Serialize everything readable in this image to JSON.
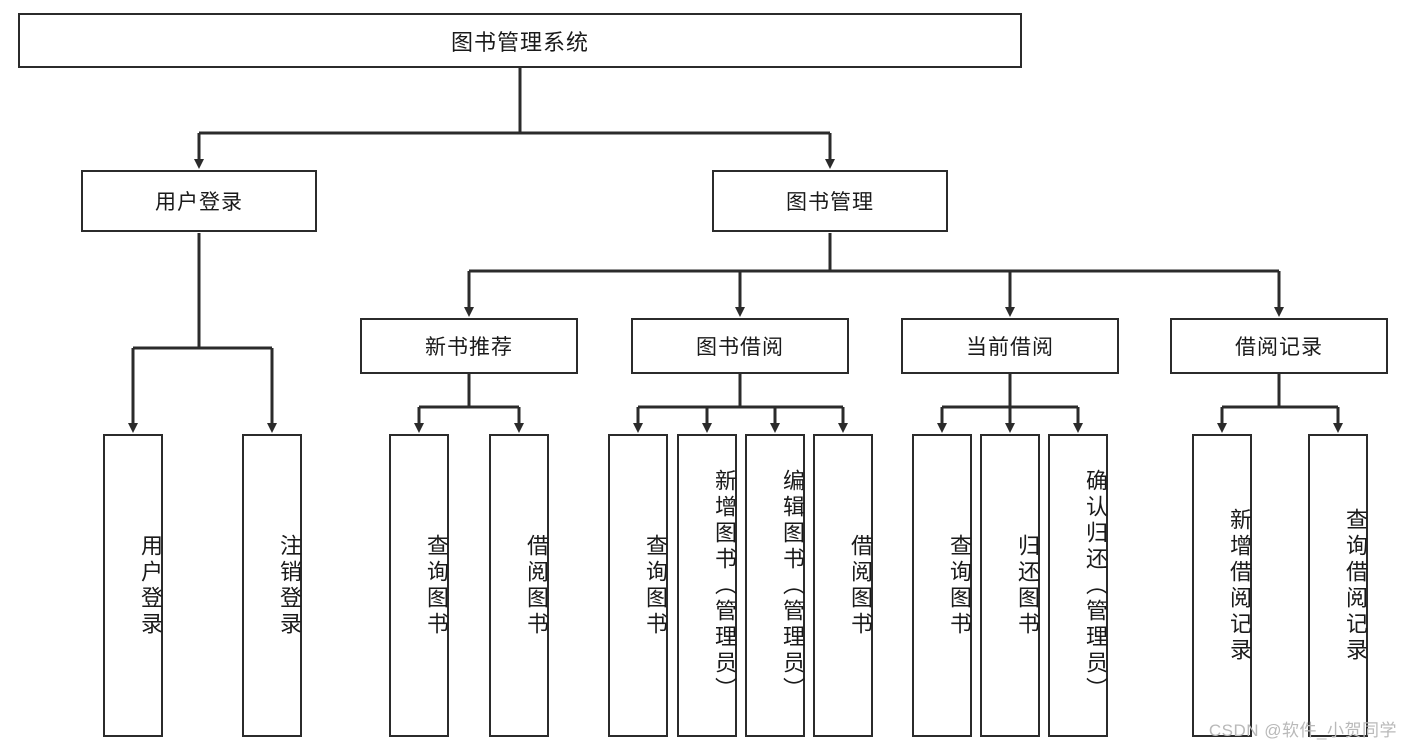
{
  "diagram": {
    "title": "图书管理系统",
    "type": "hierarchy-tree",
    "root": {
      "id": "root",
      "label": "图书管理系统"
    },
    "level2": [
      {
        "id": "user-login",
        "label": "用户登录"
      },
      {
        "id": "book-manage",
        "label": "图书管理"
      }
    ],
    "level3": [
      {
        "id": "new-book-recommend",
        "label": "新书推荐"
      },
      {
        "id": "book-borrow",
        "label": "图书借阅"
      },
      {
        "id": "current-borrow",
        "label": "当前借阅"
      },
      {
        "id": "borrow-record",
        "label": "借阅记录"
      }
    ],
    "leaves": {
      "user_login": [
        {
          "id": "leaf-user-login",
          "label": "用户登录"
        },
        {
          "id": "leaf-logout-login",
          "label": "注销登录"
        }
      ],
      "new_book_recommend": [
        {
          "id": "leaf-query-book-1",
          "label": "查询图书"
        },
        {
          "id": "leaf-borrow-book-1",
          "label": "借阅图书"
        }
      ],
      "book_borrow": [
        {
          "id": "leaf-query-book-2",
          "label": "查询图书"
        },
        {
          "id": "leaf-add-book",
          "label": "新增图书（管理员）"
        },
        {
          "id": "leaf-edit-book",
          "label": "编辑图书（管理员）"
        },
        {
          "id": "leaf-borrow-book-2",
          "label": "借阅图书"
        }
      ],
      "current_borrow": [
        {
          "id": "leaf-query-book-3",
          "label": "查询图书"
        },
        {
          "id": "leaf-return-book",
          "label": "归还图书"
        },
        {
          "id": "leaf-confirm-return",
          "label": "确认归还（管理员）"
        }
      ],
      "borrow_record": [
        {
          "id": "leaf-add-record",
          "label": "新增借阅记录"
        },
        {
          "id": "leaf-query-record",
          "label": "查询借阅记录"
        }
      ]
    }
  },
  "watermark": {
    "text": "CSDN @软件_小贺同学"
  },
  "colors": {
    "stroke": "#2b2b2b",
    "background": "#ffffff",
    "text": "#1a1a1a",
    "watermark": "#b9b9b9"
  }
}
